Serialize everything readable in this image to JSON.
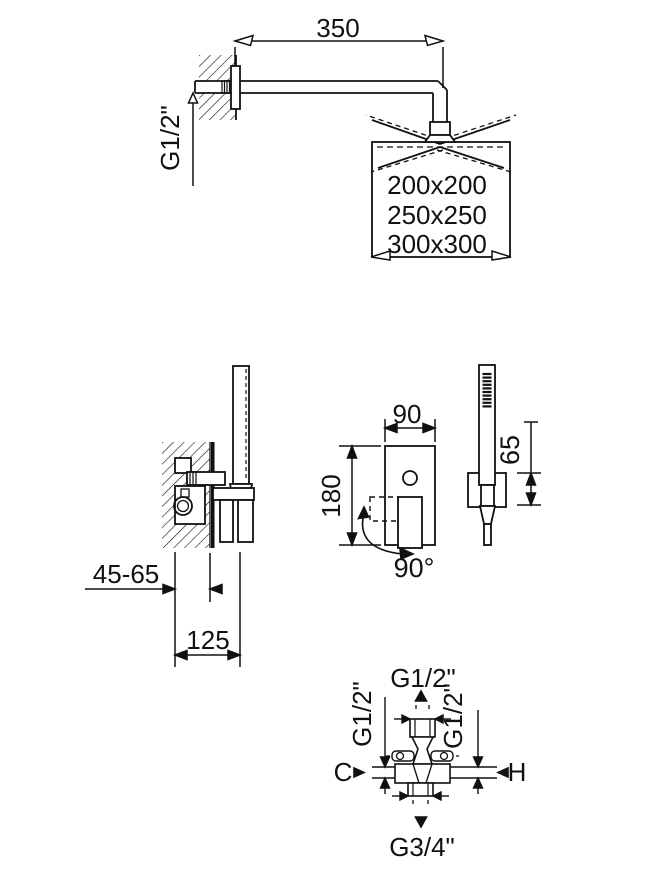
{
  "colors": {
    "line": "#111111",
    "background": "#ffffff"
  },
  "top": {
    "arm_length": "350",
    "wall_thread": "G1/2\"",
    "head_sizes": [
      "200x200",
      "250x250",
      "300x300"
    ]
  },
  "side": {
    "depth_range": "45-65",
    "overall_depth": "125"
  },
  "front": {
    "plate_width": "90",
    "plate_height": "180",
    "handle_angle": "90°"
  },
  "hand_shower": {
    "holder_offset": "65"
  },
  "schematic": {
    "top_thread": "G1/2\"",
    "left_thread": "G1/2\"",
    "right_thread": "G1/2\"",
    "bottom_thread": "G3/4\"",
    "cold": "C",
    "hot": "H"
  }
}
